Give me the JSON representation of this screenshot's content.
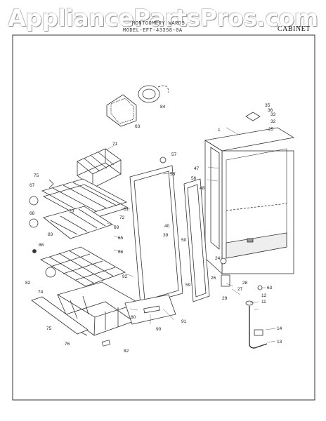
{
  "watermark": "AppliancePartsPros.com",
  "header": {
    "brand": "MONTGOMERY WARDS",
    "model": "MODEL-EFT-43358-0A",
    "section": "CABINET"
  },
  "part_labels": {
    "p1": "1",
    "p11": "11",
    "p12": "12",
    "p13": "13",
    "p14": "14",
    "p24": "24",
    "p25": "25",
    "p26": "26",
    "p27": "27",
    "p28": "28",
    "p29": "29",
    "p32": "32",
    "p33": "33",
    "p35": "35",
    "p36": "36",
    "p39": "39",
    "p40": "40",
    "p47": "47",
    "p48": "48",
    "p50": "50",
    "p56": "56",
    "p57": "57",
    "p58": "58",
    "p59": "59",
    "p61": "61",
    "p63": "63",
    "p63b": "63",
    "p65": "65",
    "p66": "66",
    "p67": "67",
    "p68": "68",
    "p69": "69",
    "p70": "70",
    "p71": "71",
    "p72": "72",
    "p74": "74",
    "p75": "75",
    "p75b": "75",
    "p76": "76",
    "p80": "80",
    "p82": "82",
    "p82b": "82",
    "p83": "83",
    "p84": "84",
    "p86": "86",
    "p90": "90",
    "p91": "91",
    "p92": "92"
  }
}
